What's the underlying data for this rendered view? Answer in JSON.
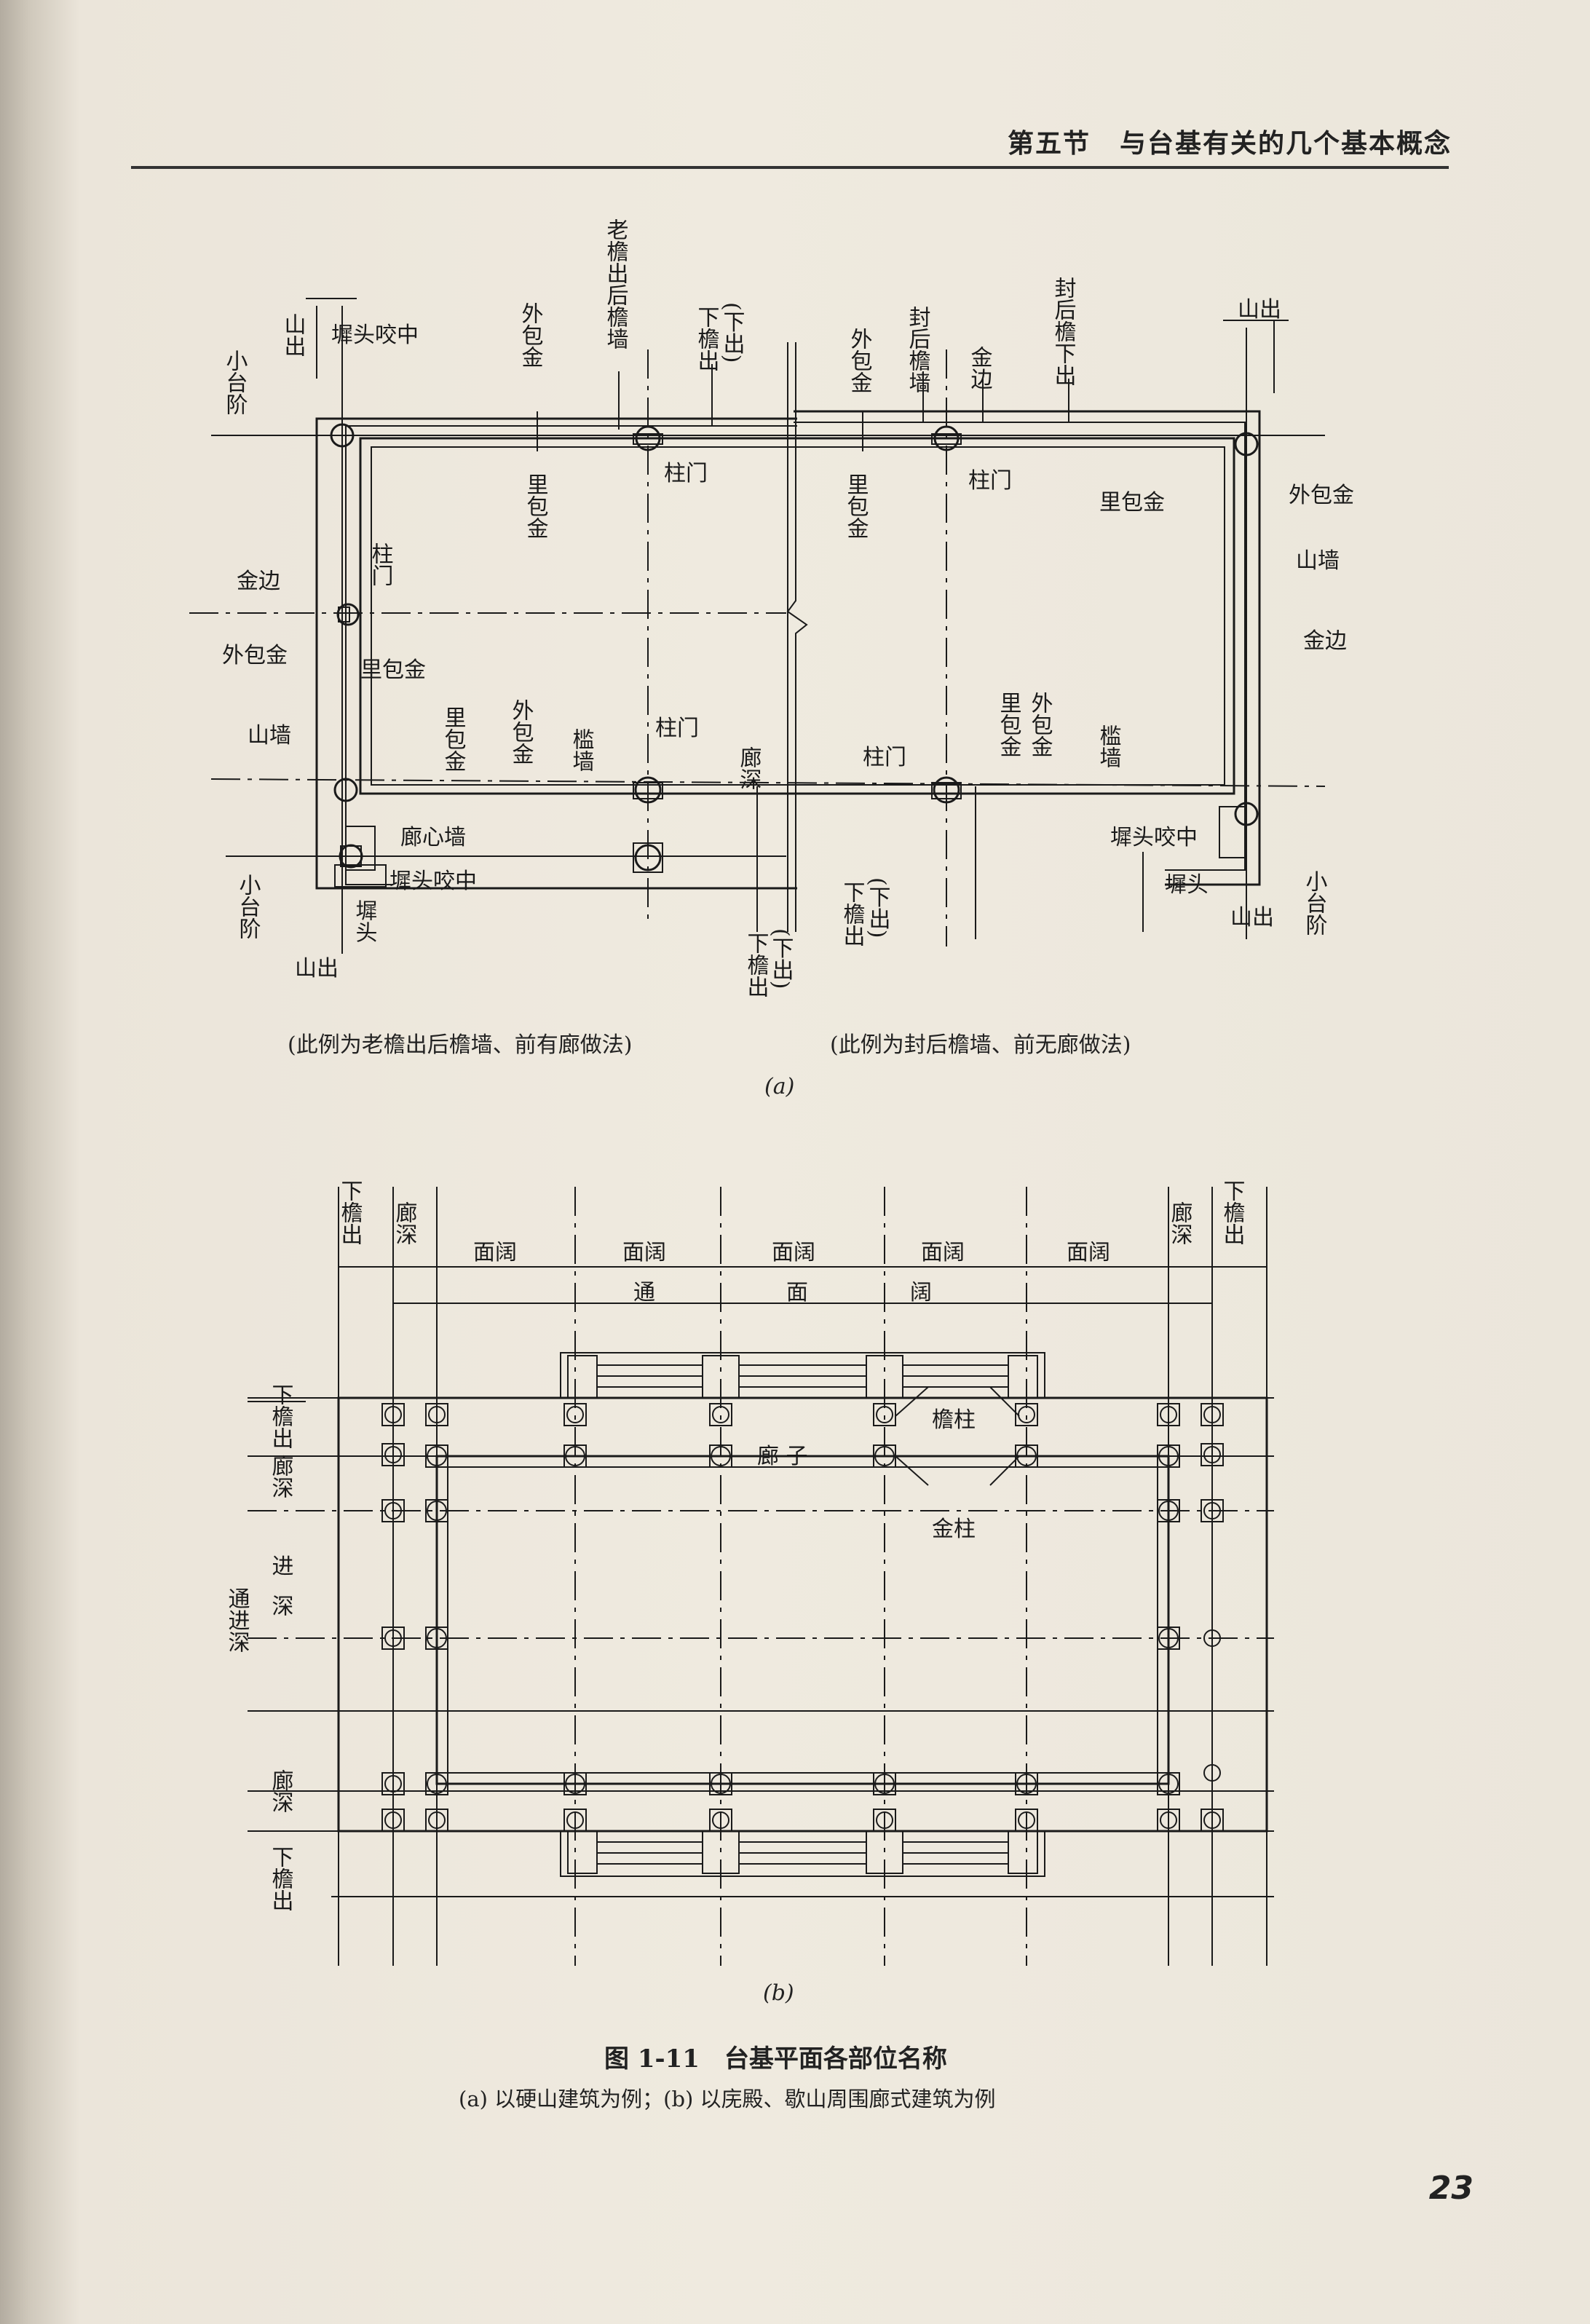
{
  "header": {
    "section": "第五节",
    "title": "与台基有关的几个基本概念"
  },
  "figure_a": {
    "labels": {
      "shanchu": "山出",
      "laoyan_houyanqiang": "老檐出后檐墙",
      "waibaojin": "外包金",
      "xiayanchu": "下檐出",
      "xiachu_paren": "(下出)",
      "fenghou_yanqiang": "封后檐墙",
      "jinbian": "金边",
      "fenghou_yanxiachu": "封后檐下出",
      "xiaotaijie": "小台阶",
      "duantou_yaozhong": "墀头咬中",
      "libaojin": "里包金",
      "zhumen": "柱门",
      "shanqiang": "山墙",
      "yanqiang": "槛墙",
      "langshen": "廊深",
      "langxinqiang": "廊心墙",
      "duantou": "墀头"
    },
    "note_left": "(此例为老檐出后檐墙、前有廊做法)",
    "note_right": "(此例为封后檐墙、前无廊做法)",
    "panel": "(a)"
  },
  "figure_b": {
    "labels": {
      "xiayanchu": "下檐出",
      "langshen": "廊深",
      "miankuo": "面阔",
      "tong": "通",
      "mian": "面",
      "kuo": "阔",
      "yanzhu": "檐柱",
      "langzi": "廊  子",
      "jinzhu": "金柱",
      "tongjinshen": "通进深",
      "jin": "进",
      "shen": "深"
    },
    "panel": "(b)"
  },
  "caption": {
    "title": "图 1-11　台基平面各部位名称",
    "subtitle": "(a) 以硬山建筑为例；(b) 以庑殿、歇山周围廊式建筑为例"
  },
  "page_number": "23"
}
